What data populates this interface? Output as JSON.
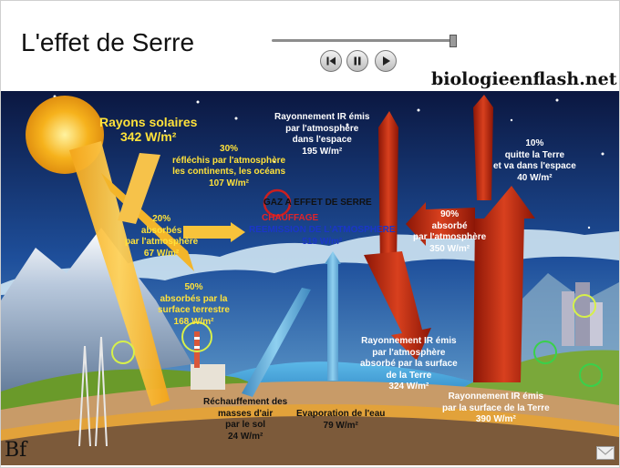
{
  "header": {
    "title": "L'effet de Serre",
    "brand": "biologieenflash.net"
  },
  "controls": {
    "progress": 1.0,
    "prev_icon": "skip-back-icon",
    "pause_icon": "pause-icon",
    "play_icon": "play-icon"
  },
  "diagram": {
    "solar": {
      "title": "Rayons solaires",
      "value": "342 W/m²"
    },
    "reflected": {
      "pct": "30%",
      "line1": "réfléchis par l'atmosphère",
      "line2": "les continents, les océans",
      "value": "107 W/m²"
    },
    "absorbed_atm": {
      "pct": "20%",
      "line1": "absorbés",
      "line2": "par l'atmosphère",
      "value": "67 W/m²"
    },
    "absorbed_surface": {
      "pct": "50%",
      "line1": "absorbés par la",
      "line2": "surface terrestre",
      "value": "168 W/m²"
    },
    "ir_space": {
      "line1": "Rayonnement IR émis",
      "line2": "par l'atmosphère",
      "line3": "dans l'espace",
      "value": "195 W/m²"
    },
    "greenhouse": {
      "gas": "GAZ A EFFET DE SERRE",
      "heating": "CHAUFFAGE",
      "reemission": "REEMISSION DE L'ATMOSPHERE",
      "value": "519 W/m²"
    },
    "leaves": {
      "pct": "10%",
      "line1": "quitte la Terre",
      "line2": "et va dans l'espace",
      "value": "40 W/m²"
    },
    "absorbed_ir": {
      "pct": "90%",
      "line1": "absorbé",
      "line2": "par l'atmosphère",
      "value": "350 W/m²"
    },
    "ir_back": {
      "line1": "Rayonnement IR émis",
      "line2": "par l'atmosphère",
      "line3": "absorbé par la surface",
      "line4": "de la Terre",
      "value": "324 W/m²"
    },
    "ir_surface": {
      "line1": "Rayonnement IR émis",
      "line2": "par la surface de la Terre",
      "value": "390 W/m²"
    },
    "air_heating": {
      "line1": "Réchauffement des",
      "line2": "masses d'air",
      "line3": "par le sol",
      "value": "24 W/m²"
    },
    "evaporation": {
      "line1": "Evaporation de l'eau",
      "value": "79 W/m²"
    }
  },
  "footer": {
    "logo": "Bf",
    "corner_icon": "envelope-icon"
  },
  "colors": {
    "sky_top": "#0b1740",
    "sky_bottom": "#5fa8d6",
    "sun": "#f6b21c",
    "ir_red": "#b0200c",
    "label_yellow": "#ffe23a"
  }
}
